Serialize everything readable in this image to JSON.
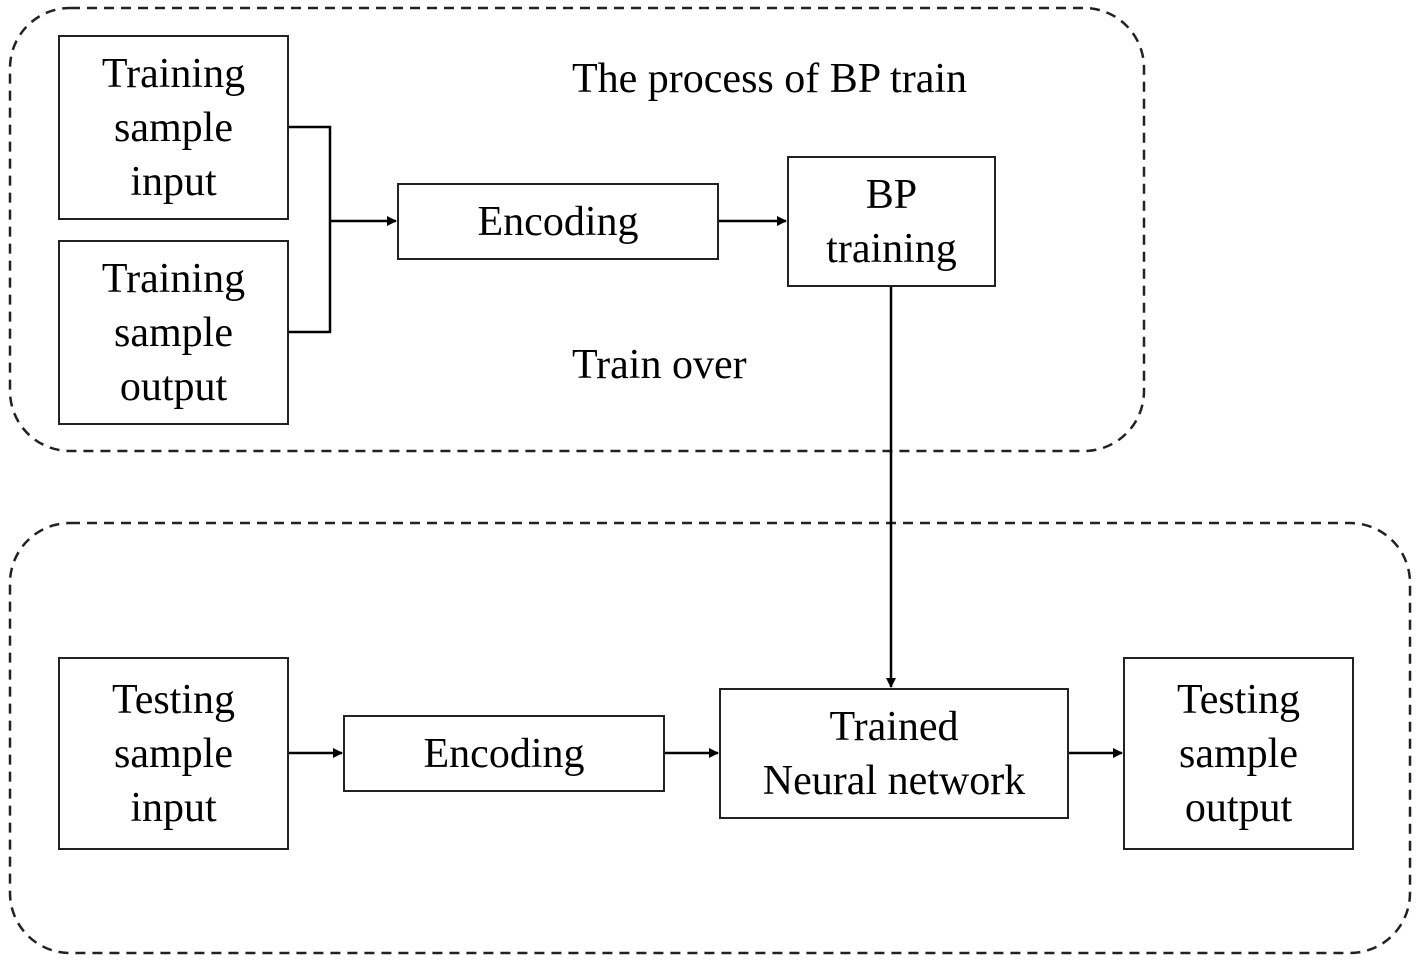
{
  "training_group": {
    "title": "The process of BP train",
    "footer": "Train over",
    "training_input": [
      "Training",
      "sample",
      "input"
    ],
    "training_output": [
      "Training",
      "sample",
      "output"
    ],
    "encoding": "Encoding",
    "bp_training": [
      "BP",
      "training"
    ]
  },
  "testing_group": {
    "testing_input": [
      "Testing",
      "sample",
      "input"
    ],
    "encoding": "Encoding",
    "trained_network": [
      "Trained",
      "Neural network"
    ],
    "testing_output": [
      "Testing",
      "sample",
      "output"
    ]
  }
}
